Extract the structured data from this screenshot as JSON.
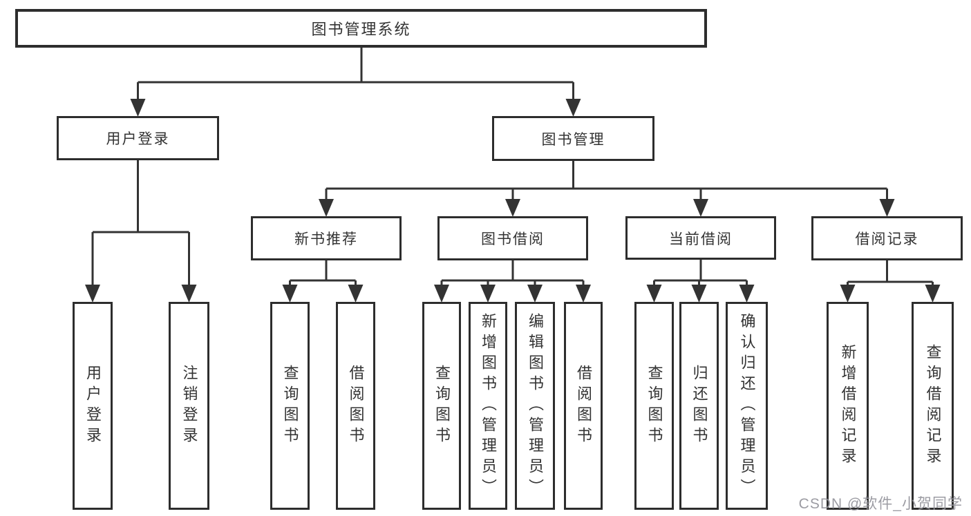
{
  "diagram": {
    "type": "functional-structure-tree",
    "watermark": "CSDN @软件_小贺同学",
    "colors": {
      "background": "#ffffff",
      "box_border": "#2d2d2d",
      "connector_line": "#333333",
      "text": "#333333",
      "watermark_text": "#94949b"
    },
    "tree": {
      "label": "图书管理系统",
      "children": [
        {
          "label": "用户登录",
          "children": [
            {
              "label": "用户登录"
            },
            {
              "label": "注销登录"
            }
          ]
        },
        {
          "label": "图书管理",
          "children": [
            {
              "label": "新书推荐",
              "children": [
                {
                  "label": "查询图书"
                },
                {
                  "label": "借阅图书"
                }
              ]
            },
            {
              "label": "图书借阅",
              "children": [
                {
                  "label": "查询图书"
                },
                {
                  "label": "新增图书（管理员）"
                },
                {
                  "label": "编辑图书（管理员）"
                },
                {
                  "label": "借阅图书"
                }
              ]
            },
            {
              "label": "当前借阅",
              "children": [
                {
                  "label": "查询图书"
                },
                {
                  "label": "归还图书"
                },
                {
                  "label": "确认归还（管理员）"
                }
              ]
            },
            {
              "label": "借阅记录",
              "children": [
                {
                  "label": "新增借阅记录"
                },
                {
                  "label": "查询借阅记录"
                }
              ]
            }
          ]
        }
      ]
    }
  }
}
